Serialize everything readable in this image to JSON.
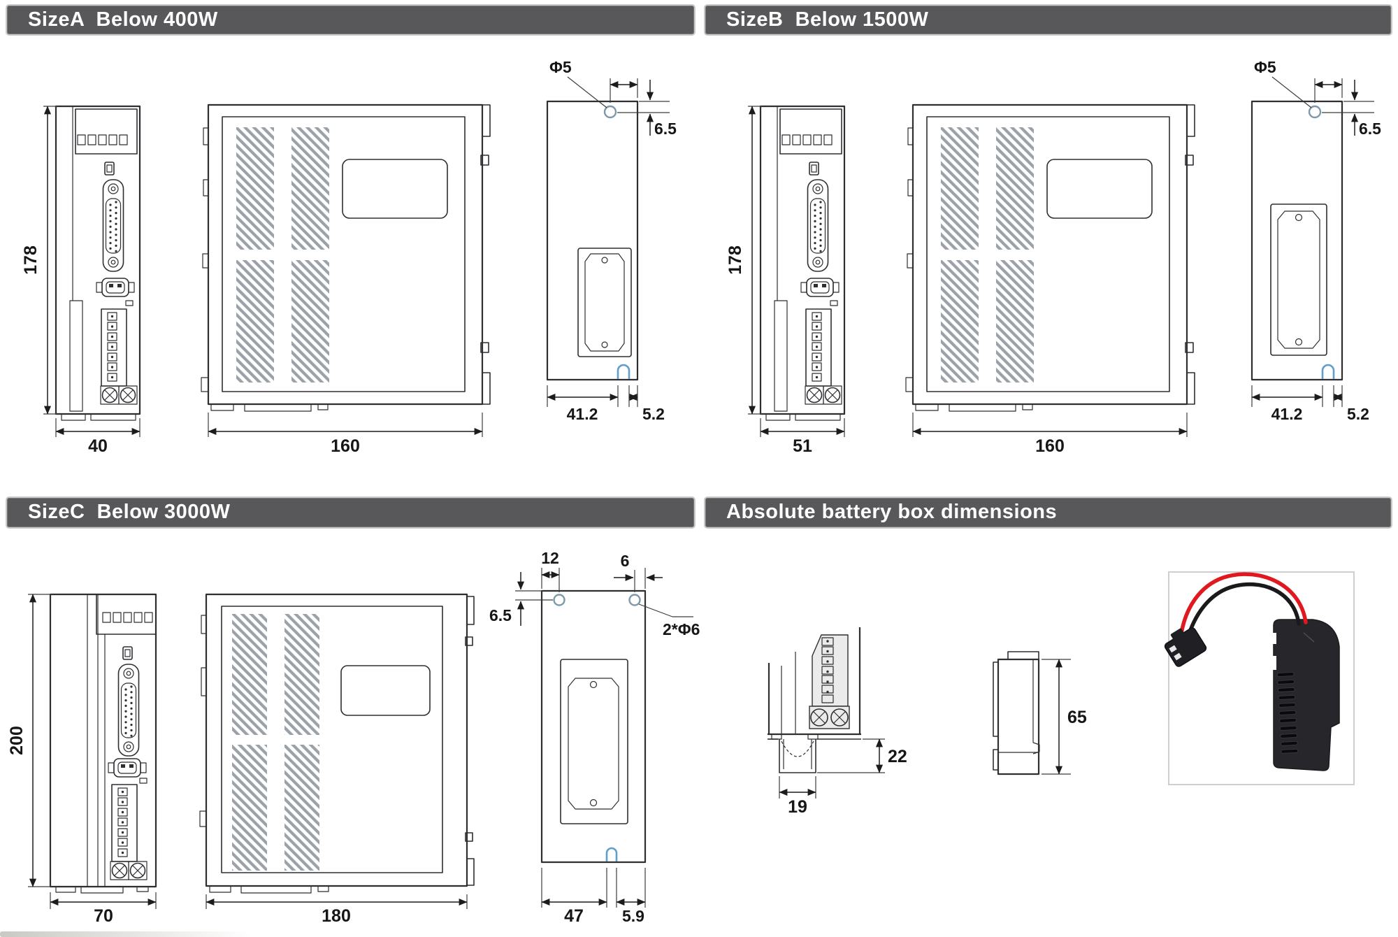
{
  "panels": {
    "sizeA": {
      "title": "SizeA  Below 400W",
      "front_height": "178",
      "front_width": "40",
      "side_width": "160",
      "back_hole": "Φ5",
      "back_hole_offset": "6.5",
      "back_width": "41.2",
      "back_notch": "5.2"
    },
    "sizeB": {
      "title": "SizeB  Below 1500W",
      "front_height": "178",
      "front_width": "51",
      "side_width": "160",
      "back_hole": "Φ5",
      "back_hole_offset": "6.5",
      "back_width": "41.2",
      "back_notch": "5.2"
    },
    "sizeC": {
      "title": "SizeC  Below 3000W",
      "front_height": "200",
      "front_width": "70",
      "side_width": "180",
      "back_hole_left": "12",
      "back_hole_right": "6",
      "back_hole_offset": "6.5",
      "back_holes_label": "2*Φ6",
      "back_width": "47",
      "back_notch": "5.9"
    },
    "battery": {
      "title": "Absolute battery box dimensions",
      "bottom_depth": "22",
      "bottom_width": "19",
      "side_height": "65"
    }
  },
  "colors": {
    "header_bg": "#58585b",
    "header_text": "#ffffff",
    "line": "#2f2f33",
    "hatch": "#9aa1a8",
    "notch_blue": "#5f9fc9",
    "wire_red": "#e0181f",
    "battery_body": "#26262b"
  }
}
